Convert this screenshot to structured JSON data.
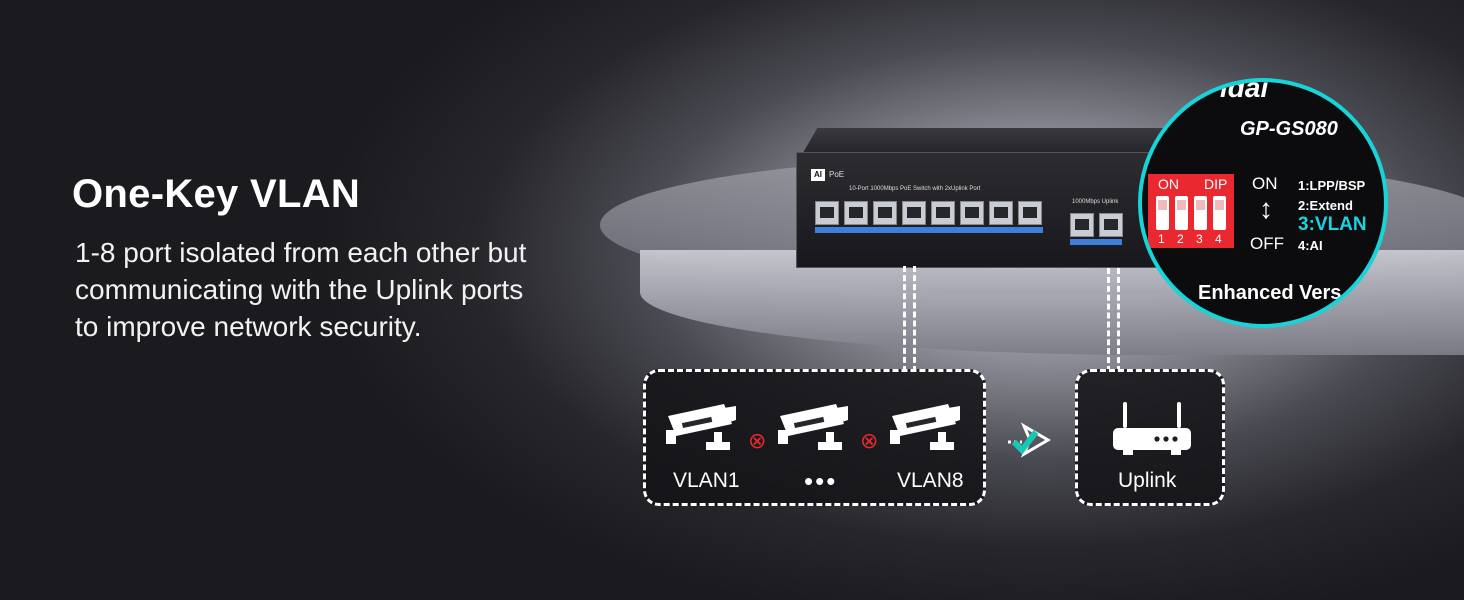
{
  "headline": "One-Key VLAN",
  "description": {
    "line1": "1-8 port isolated from each other but",
    "line2": "communicating with the Uplink ports",
    "line3": "to improve network security."
  },
  "device": {
    "badge": "AI",
    "poe": "PoE",
    "port_label": "10-Port 1000Mbps PoE Switch with 2xUplink Port",
    "uplink_label": "1000Mbps Uplink"
  },
  "zoom": {
    "brand": "idai",
    "model": "GP-GS080",
    "dip_on": "ON",
    "dip_dip": "DIP",
    "switch_numbers": [
      "1",
      "2",
      "3",
      "4"
    ],
    "on": "ON",
    "off": "OFF",
    "options": [
      "1:LPP/BSP",
      "2:Extend",
      "3:VLAN",
      "4:AI"
    ],
    "footer": "Enhanced Vers"
  },
  "vlan_box": {
    "label_left": "VLAN1",
    "label_mid": "•••",
    "label_right": "VLAN8"
  },
  "uplink_box": {
    "label": "Uplink"
  },
  "colors": {
    "accent": "#17d4d8",
    "dip_red": "#e9282f",
    "isolation_red": "#e22b2b",
    "check_teal": "#19c8b4",
    "led_blue": "#3f7fd9"
  }
}
